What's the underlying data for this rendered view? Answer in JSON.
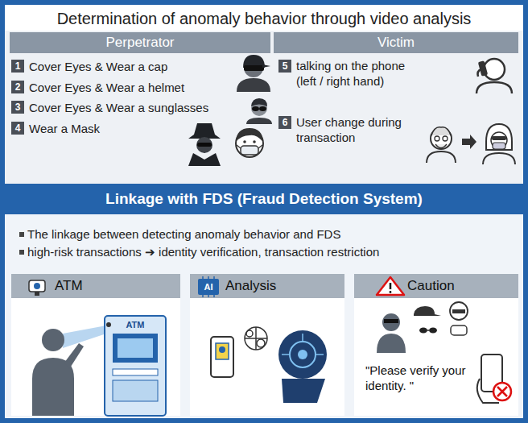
{
  "diagram": {
    "nodes": [
      {
        "text": [
          "Determination of anomaly behavior through video analysis"
        ]
      },
      {
        "text": [
          "Perpetrator"
        ],
        "in": 0
      },
      {
        "text": [
          "Victim"
        ],
        "in": 0
      },
      {
        "text": [
          "1"
        ],
        "in": 0
      },
      {
        "text": [
          "2"
        ],
        "in": 0
      },
      {
        "text": [
          "3"
        ],
        "in": 0
      },
      {
        "text": [
          "4"
        ],
        "in": 0
      },
      {
        "text": [
          "5"
        ],
        "in": 0
      },
      {
        "text": [
          "6"
        ],
        "in": 0
      },
      {
        "text": [
          "Linkage with FDS (Fraud Detection System)"
        ]
      },
      {
        "text": [
          "The linkage between detecting anomaly behavior and FDS",
          "high-risk transactions ➔ identity verification, transaction restriction"
        ]
      },
      {
        "text": [
          "ATM"
        ],
        "in": 10
      },
      {
        "text": [
          "Analysis"
        ],
        "in": 10
      },
      {
        "text": [
          "Caution",
          "\"Please verify your identity. \""
        ],
        "in": 10
      }
    ],
    "labels": [
      "Cover Eyes & Wear a cap",
      "Cover Eyes & Wear a helmet",
      "Cover Eyes & Wear a sunglasses",
      "Wear a Mask",
      "talking on the phone (left / right hand)",
      "User change during transaction",
      "AI",
      "ATM"
    ]
  }
}
